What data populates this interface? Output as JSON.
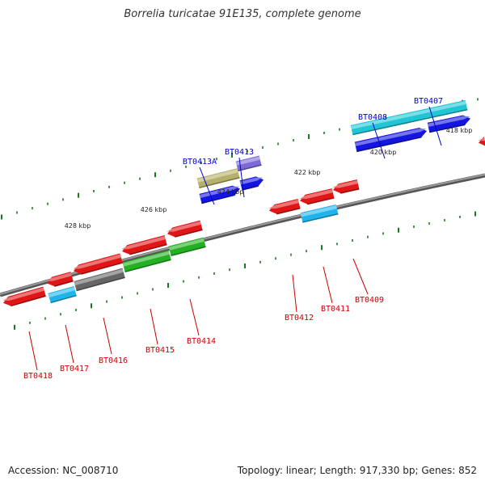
{
  "title": "Borrelia turicatae 91E135, complete genome",
  "footer": {
    "accession": "Accession: NC_008710",
    "summary": "Topology: linear; Length: 917,330 bp; Genes: 852"
  },
  "colors": {
    "backbone": "#777777",
    "tick": "#1a7a1a",
    "label_forward": "#0000cc",
    "label_reverse": "#cc0000",
    "red": "#e01515",
    "blue": "#1515e0",
    "cyan": "#20c6d6",
    "sky": "#20b4ec",
    "gray": "#666666",
    "green": "#23b123",
    "olive": "#b5b06a",
    "purple": "#7e6ad6"
  },
  "ruler_labels": [
    "418 kbp",
    "420 kbp",
    "422 kbp",
    "424 kbp",
    "426 kbp",
    "428 kbp"
  ],
  "gene_labels_forward": [
    "BT0407",
    "BT0408",
    "BT0413",
    "BT0413A"
  ],
  "gene_labels_reverse": [
    "BT0409",
    "BT0411",
    "BT0412",
    "BT0414",
    "BT0415",
    "BT0416",
    "BT0417",
    "BT0418"
  ]
}
